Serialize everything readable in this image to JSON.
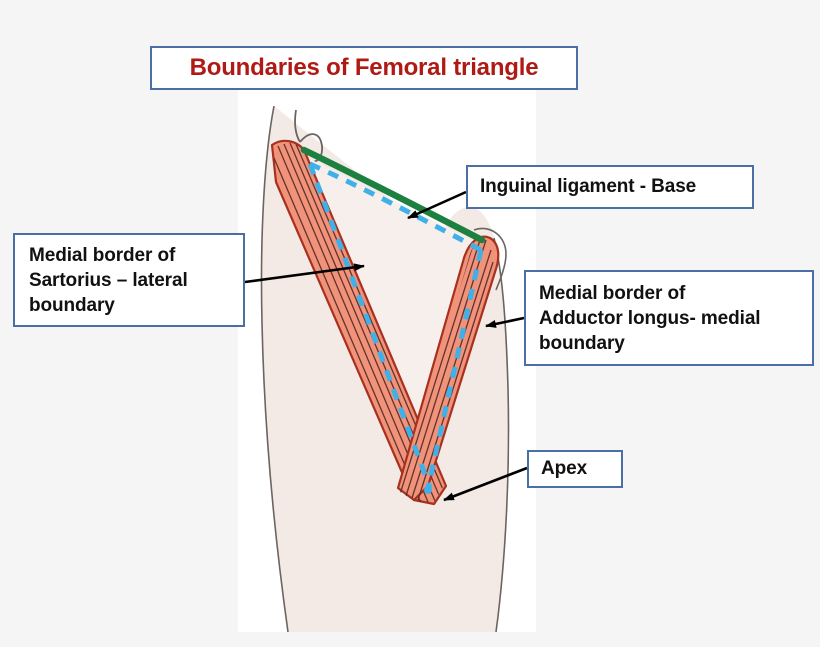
{
  "page": {
    "background_color": "#f5f5f5",
    "panel_background": "#ffffff"
  },
  "title": {
    "text": "Boundaries of Femoral triangle",
    "color": "#b01a15",
    "border_color": "#4a6fa5"
  },
  "labels": {
    "inguinal": {
      "name": "inguinal-ligament-label",
      "lines": [
        "Inguinal ligament - Base"
      ]
    },
    "sartorius": {
      "name": "sartorius-label",
      "lines": [
        "Medial border of",
        "Sartorius – lateral",
        "boundary"
      ]
    },
    "adductor": {
      "name": "adductor-longus-label",
      "lines": [
        "Medial border of",
        "Adductor longus- medial",
        "boundary"
      ]
    },
    "apex": {
      "name": "apex-label",
      "lines": [
        "Apex"
      ]
    }
  },
  "diagram": {
    "title": "Femoral triangle boundaries anatomical illustration",
    "colors": {
      "muscle_fill": "#f0937a",
      "muscle_edge": "#a8301f",
      "muscle_striation": "#5c2e28",
      "thigh_fill": "#f3eae6",
      "thigh_outline": "#6b6460",
      "inguinal_ligament": "#1e8040",
      "triangle_dash": "#3fb0e8",
      "triangle_fill": "#f6efec",
      "leader_line": "#000000"
    },
    "structures": [
      {
        "name": "sartorius-muscle",
        "description": "Sartorius muscle, lateral boundary, runs from ASIS obliquely medially and distally"
      },
      {
        "name": "adductor-longus-muscle",
        "description": "Adductor longus muscle, medial boundary"
      },
      {
        "name": "inguinal-ligament",
        "description": "Inguinal ligament forming the base of the femoral triangle"
      },
      {
        "name": "femoral-triangle-outline",
        "description": "Cyan dashed triangle marking the femoral triangle boundaries"
      },
      {
        "name": "apex-point",
        "description": "Apex where sartorius crosses adductor longus"
      },
      {
        "name": "thigh-outline",
        "description": "Outline of the anterior thigh"
      }
    ]
  }
}
